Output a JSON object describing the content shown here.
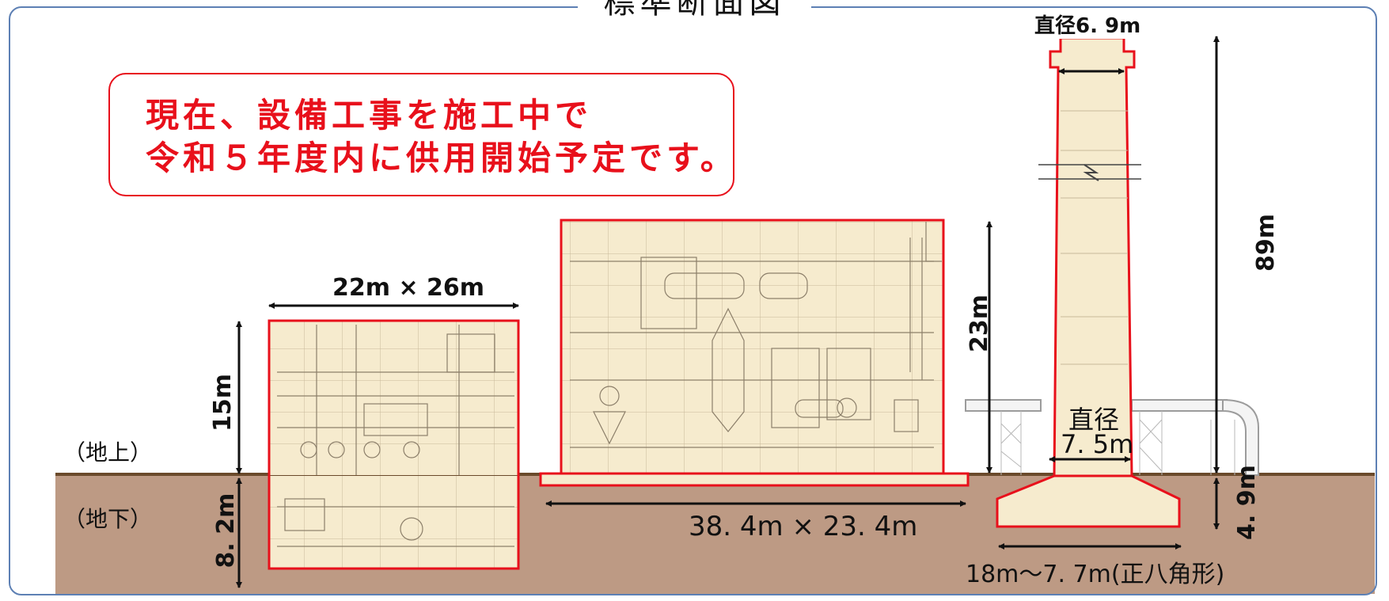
{
  "title": "標準断面図",
  "notice": {
    "line1": "現在、設備工事を施工中で",
    "line2": "令和５年度内に供用開始予定です。"
  },
  "ground_labels": {
    "above": "（地上）",
    "below": "（地下）"
  },
  "dimensions": {
    "left_building_plan": "22m × 26m",
    "left_building_height": "15m",
    "left_building_depth": "8. 2m",
    "center_building_plan": "38. 4m × 23. 4m",
    "center_building_height": "23m",
    "stack_top_diameter": "直径6. 9m",
    "stack_height": "89m",
    "stack_base_diameter_label": "直径",
    "stack_base_diameter_value": "7. 5m",
    "foundation_depth": "4. 9m",
    "foundation_width": "18m～7. 7m(正八角形)"
  },
  "colors": {
    "frame": "#5d80b4",
    "highlight": "#e8101b",
    "structure_fill": "#f6ebce",
    "ground": "#bd9a84",
    "ground_line": "#6a4a2b"
  }
}
